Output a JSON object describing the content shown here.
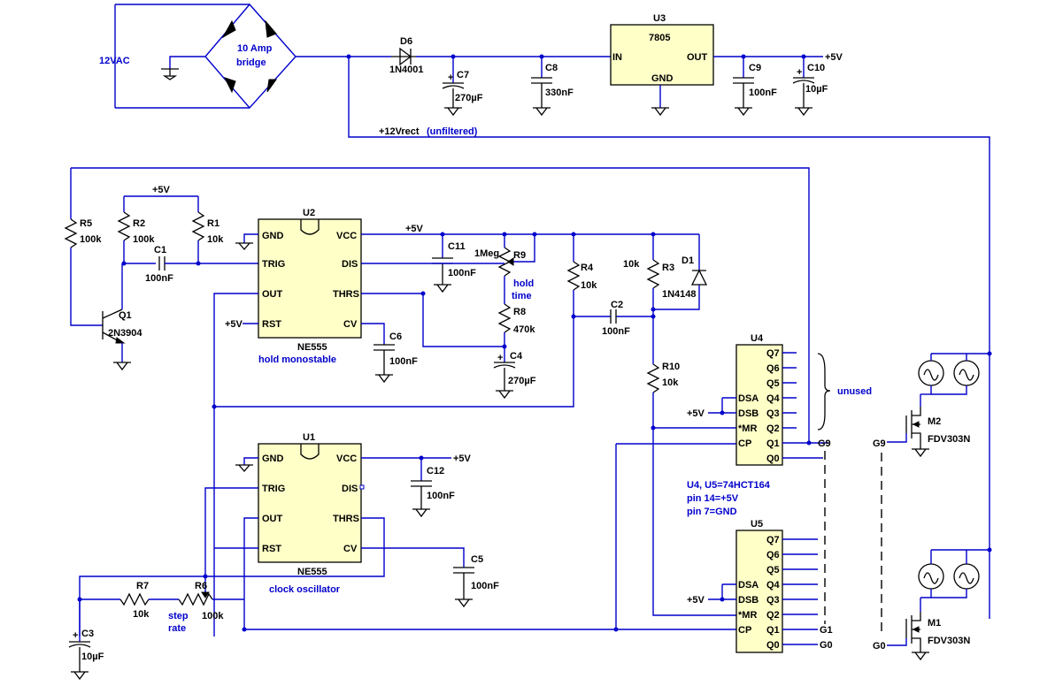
{
  "source": {
    "label": "12VAC"
  },
  "bridge": {
    "label_line1": "10 Amp",
    "label_line2": "bridge"
  },
  "rails": {
    "plus5": "+5V",
    "rect": "+12Vrect",
    "rect_note": "(unfiltered)"
  },
  "u3": {
    "ref": "U3",
    "part": "7805",
    "pin_in": "IN",
    "pin_out": "OUT",
    "pin_gnd": "GND"
  },
  "d6": {
    "ref": "D6",
    "value": "1N4001"
  },
  "c7": {
    "ref": "C7",
    "value": "270µF"
  },
  "c8": {
    "ref": "C8",
    "value": "330nF"
  },
  "c9": {
    "ref": "C9",
    "value": "100nF"
  },
  "c10": {
    "ref": "C10",
    "value": "10µF"
  },
  "u2": {
    "ref": "U2",
    "part": "NE555",
    "function": "hold monostable",
    "pins": {
      "gnd": "GND",
      "trig": "TRIG",
      "out": "OUT",
      "rst": "RST",
      "vcc": "VCC",
      "dis": "DIS",
      "thrs": "THRS",
      "cv": "CV"
    }
  },
  "u1": {
    "ref": "U1",
    "part": "NE555",
    "function": "clock oscillator",
    "pins": {
      "gnd": "GND",
      "trig": "TRIG",
      "out": "OUT",
      "rst": "RST",
      "vcc": "VCC",
      "dis": "DIS",
      "thrs": "THRS",
      "cv": "CV"
    }
  },
  "r5": {
    "ref": "R5",
    "value": "100k"
  },
  "r2": {
    "ref": "R2",
    "value": "100k"
  },
  "r1": {
    "ref": "R1",
    "value": "10k"
  },
  "c1": {
    "ref": "C1",
    "value": "100nF"
  },
  "q1": {
    "ref": "Q1",
    "value": "2N3904"
  },
  "c11": {
    "ref": "C11",
    "value": "100nF"
  },
  "c6": {
    "ref": "C6",
    "value": "100nF"
  },
  "r9": {
    "ref": "R9",
    "value": "1Meg",
    "note_line1": "hold",
    "note_line2": "time"
  },
  "r8": {
    "ref": "R8",
    "value": "470k"
  },
  "c4": {
    "ref": "C4",
    "value": "270µF"
  },
  "r4": {
    "ref": "R4",
    "value": "10k"
  },
  "r3": {
    "ref": "R3",
    "value": "10k"
  },
  "d1": {
    "ref": "D1",
    "value": "1N4148"
  },
  "c2": {
    "ref": "C2",
    "value": "100nF"
  },
  "r10": {
    "ref": "R10",
    "value": "10k"
  },
  "c12": {
    "ref": "C12",
    "value": "100nF"
  },
  "c5": {
    "ref": "C5",
    "value": "100nF"
  },
  "c3": {
    "ref": "C3",
    "value": "10µF"
  },
  "r7": {
    "ref": "R7",
    "value": "10k"
  },
  "r6": {
    "ref": "R6",
    "value": "100k",
    "note_line1": "step",
    "note_line2": "rate"
  },
  "u4": {
    "ref": "U4",
    "pins": {
      "q7": "Q7",
      "q6": "Q6",
      "q5": "Q5",
      "q4": "Q4",
      "q3": "Q3",
      "q2": "Q2",
      "q1": "Q1",
      "q0": "Q0",
      "dsa": "DSA",
      "dsb": "DSB",
      "mr": "*MR",
      "cp": "CP"
    },
    "unused_label": "unused"
  },
  "u5": {
    "ref": "U5",
    "pins": {
      "q7": "Q7",
      "q6": "Q6",
      "q5": "Q5",
      "q4": "Q4",
      "q3": "Q3",
      "q2": "Q2",
      "q1": "Q1",
      "q0": "Q0",
      "dsa": "DSA",
      "dsb": "DSB",
      "mr": "*MR",
      "cp": "CP"
    }
  },
  "note": {
    "line1": "U4, U5=74HCT164",
    "line2": "pin 14=+5V",
    "line3": "pin 7=GND"
  },
  "nets": {
    "g9": "G9",
    "g1": "G1",
    "g0": "G0"
  },
  "m2": {
    "ref": "M2",
    "value": "FDV303N"
  },
  "m1": {
    "ref": "M1",
    "value": "FDV303N"
  },
  "colors": {
    "wire": "#0000cc",
    "component": "#000000",
    "ic_fill": "#ffffc8",
    "background": "#ffffff"
  }
}
